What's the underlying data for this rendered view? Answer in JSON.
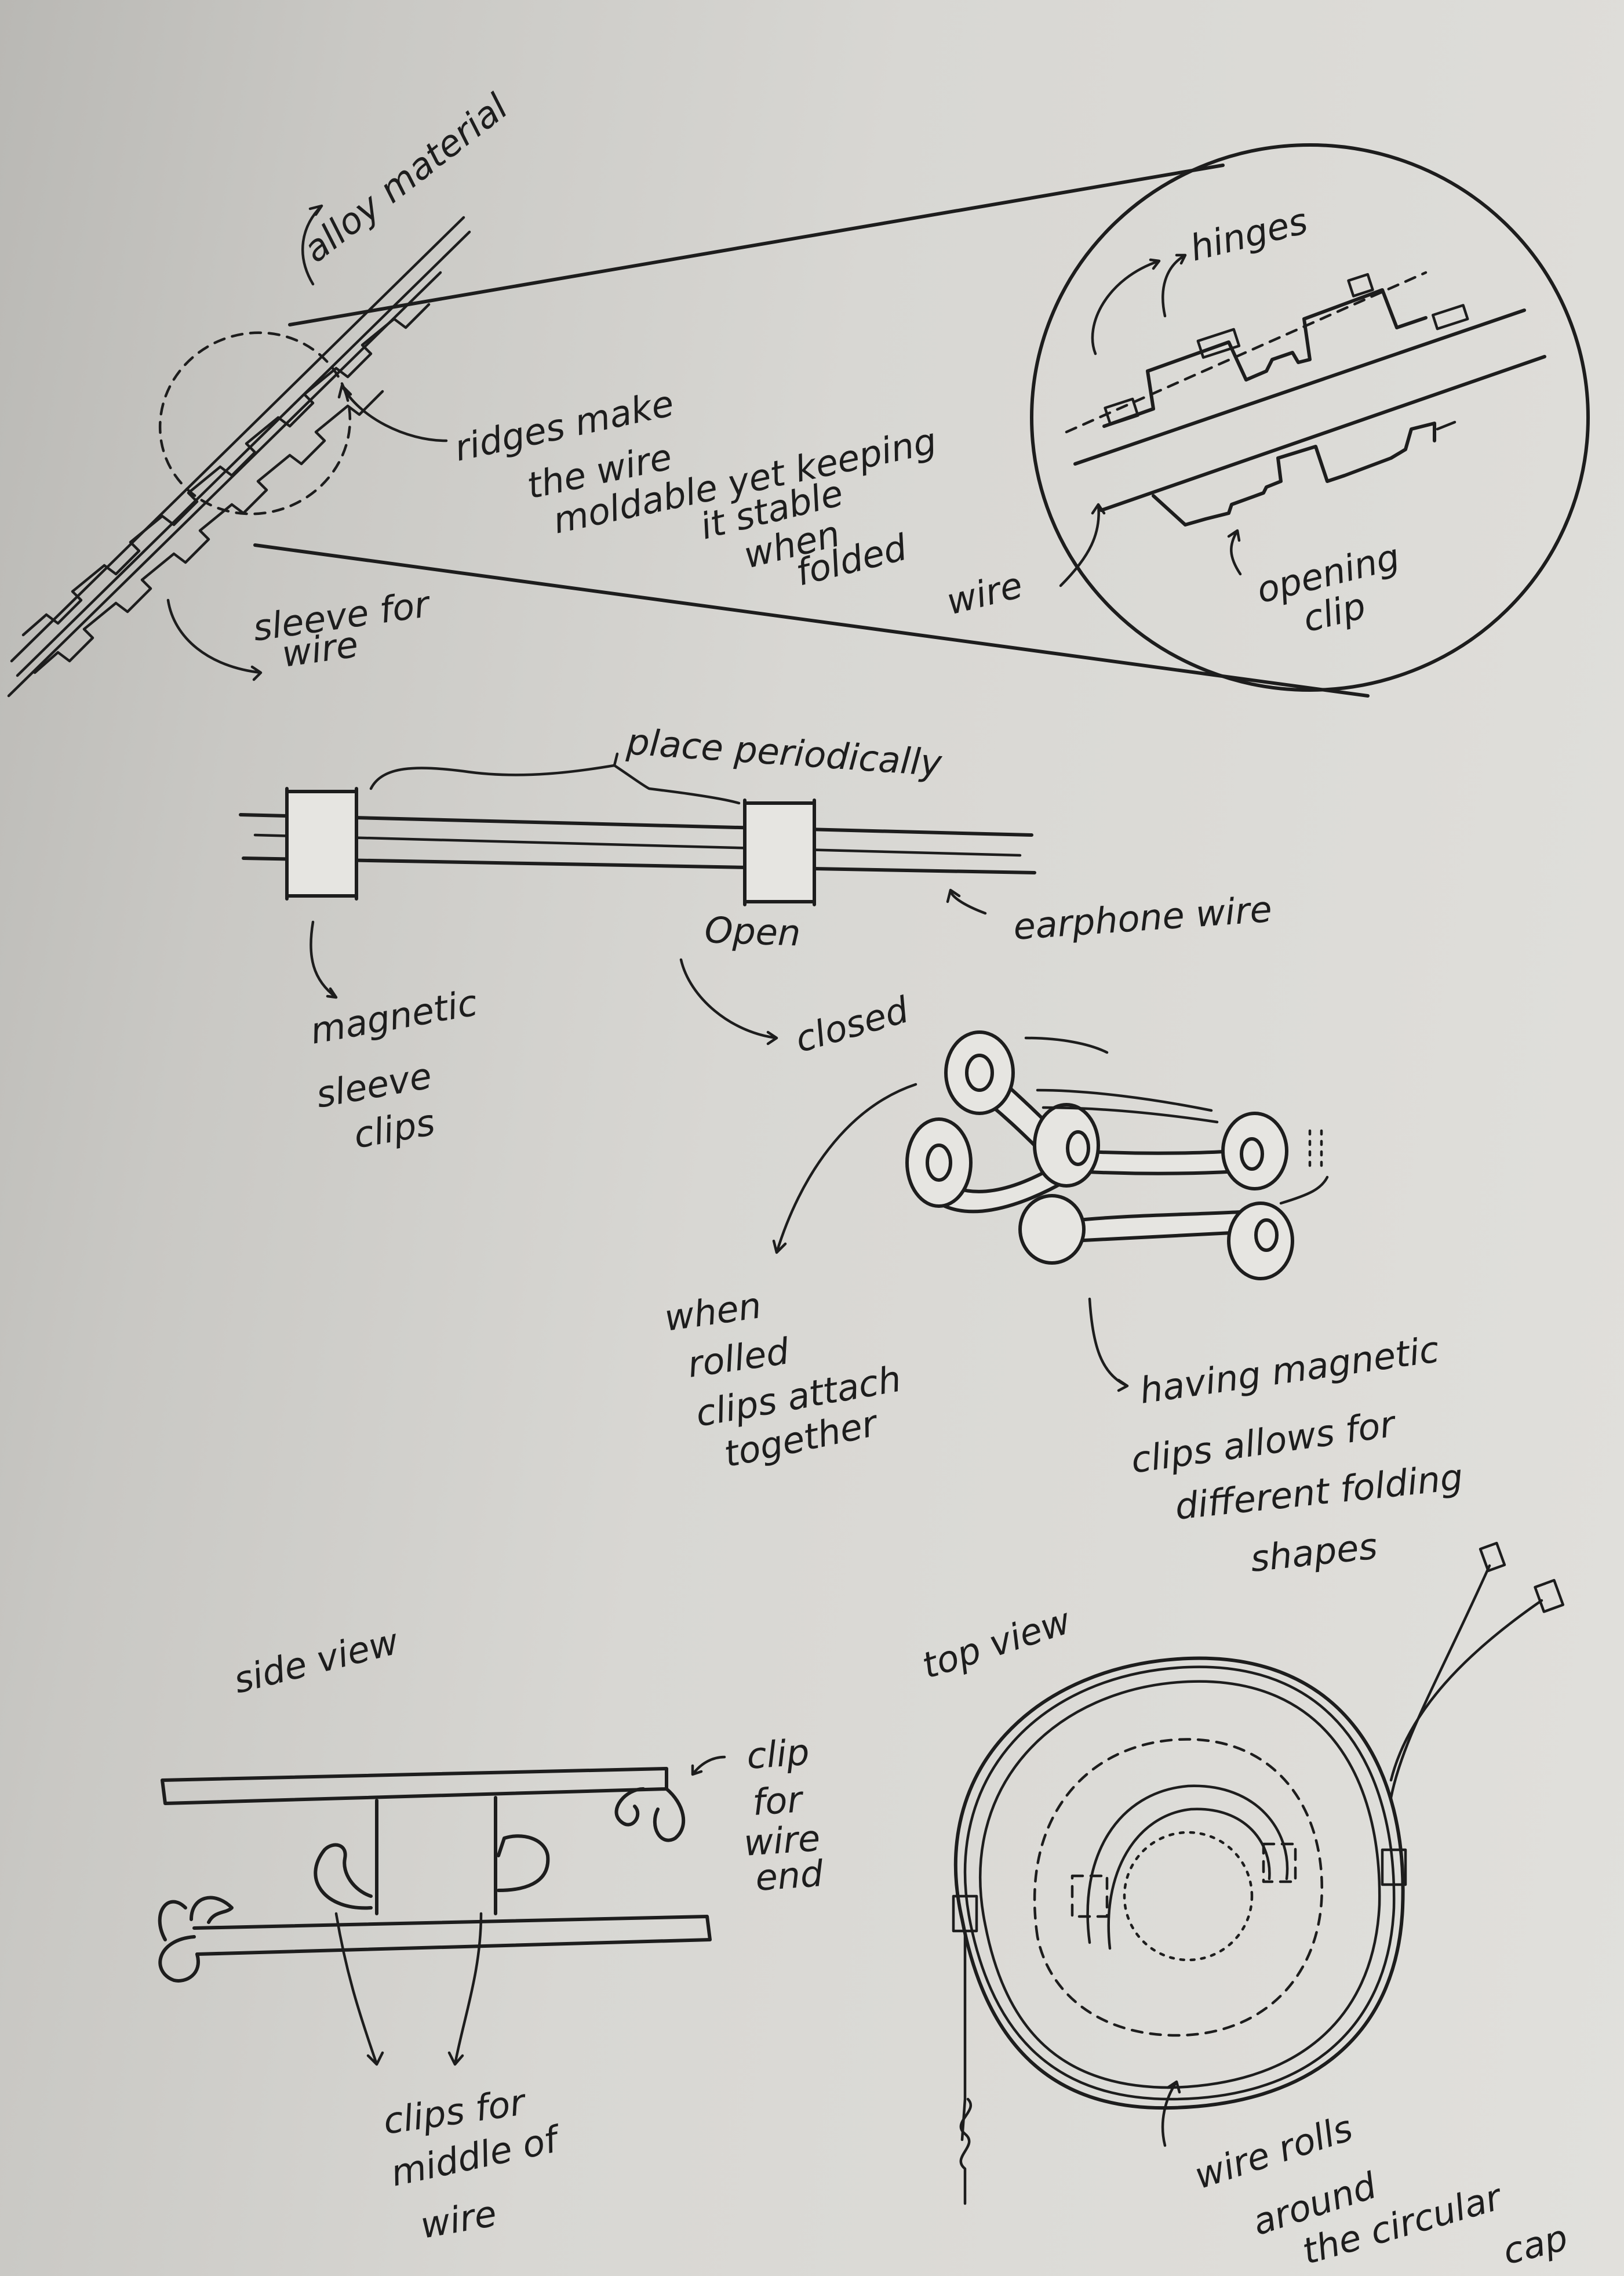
{
  "labels": {
    "alloy_material": "alloy material",
    "ridges_1": "ridges make",
    "ridges_2": "the  wire",
    "ridges_3": "moldable yet keeping",
    "ridges_4": "it stable",
    "ridges_5": "when",
    "ridges_6": "folded",
    "sleeve_1": "sleeve  for",
    "sleeve_2": "wire",
    "hinges": "hinges",
    "wire": "wire",
    "opening_1": "opening",
    "opening_2": "clip",
    "place_periodically": "place  periodically",
    "open": "Open",
    "earphone_wire": "earphone  wire",
    "closed": "closed",
    "magnetic_1": "magnetic",
    "magnetic_2": "sleeve",
    "magnetic_3": "clips",
    "rolled_1": "when",
    "rolled_2": "rolled",
    "rolled_3": "clips  attach",
    "rolled_4": "together",
    "having_1": "having  magnetic",
    "having_2": "clips allows for",
    "having_3": "different  folding",
    "having_4": "shapes",
    "side_view": "side  view",
    "top_view": "top view",
    "clip_end_1": "clip",
    "clip_end_2": "for",
    "clip_end_3": "wire",
    "clip_end_4": "end",
    "clips_mid_1": "clips for",
    "clips_mid_2": "middle  of",
    "clips_mid_3": "wire",
    "rolls_1": "wire  rolls",
    "rolls_2": "around",
    "rolls_3": "the  circular",
    "rolls_4": "cap"
  }
}
